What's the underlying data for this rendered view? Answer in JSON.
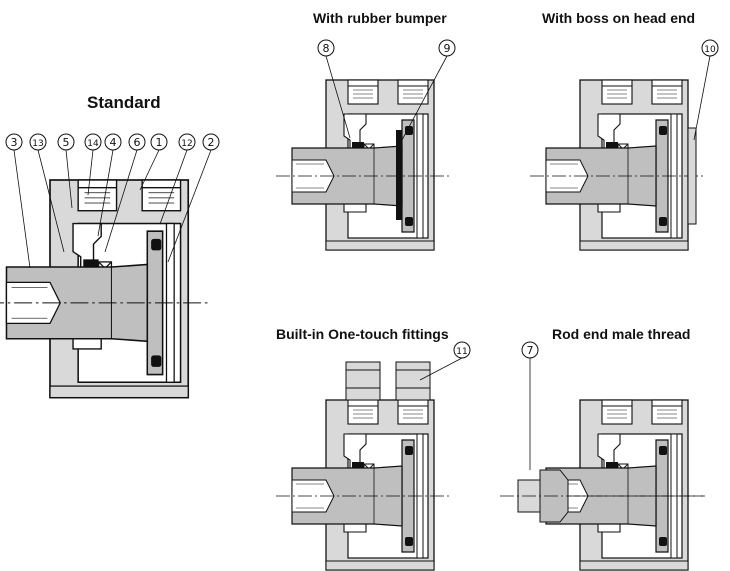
{
  "views": {
    "standard": {
      "title": "Standard",
      "callouts": [
        "3",
        "13",
        "5",
        "14",
        "4",
        "6",
        "1",
        "12",
        "2"
      ]
    },
    "rubber_bumper": {
      "title": "With rubber bumper",
      "callouts": [
        "8",
        "9"
      ]
    },
    "boss_head_end": {
      "title": "With boss on head end",
      "callouts": [
        "10"
      ]
    },
    "one_touch": {
      "title": "Built-in One-touch fittings",
      "callouts": [
        "11"
      ]
    },
    "male_thread": {
      "title": "Rod end male thread",
      "callouts": [
        "7"
      ]
    }
  },
  "colors": {
    "body": "#d9d9d9",
    "piston": "#bfbfbf",
    "seal": "#111111",
    "line": "#111111"
  }
}
